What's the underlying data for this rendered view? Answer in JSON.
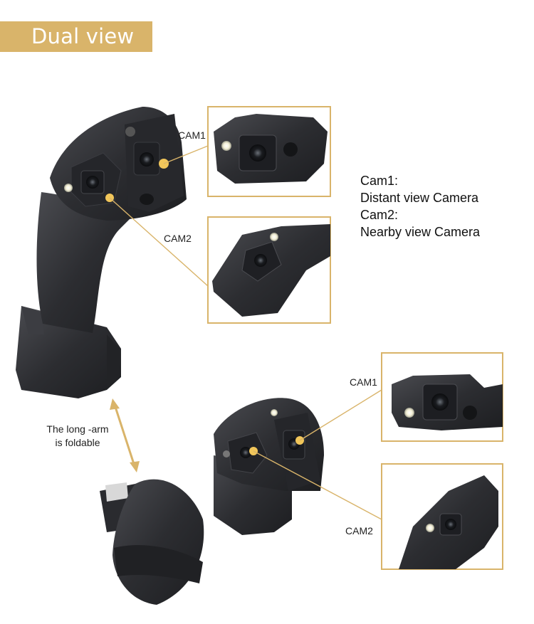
{
  "title": "Dual view",
  "labels": {
    "cam1_top": "CAM1",
    "cam2_top": "CAM2",
    "cam1_bottom": "CAM1",
    "cam2_bottom": "CAM2"
  },
  "legend": {
    "line1": "Cam1:",
    "line2": "Distant view Camera",
    "line3": "Cam2:",
    "line4": "Nearby view Camera"
  },
  "fold_note": {
    "line1": "The long -arm",
    "line2": "is foldable"
  },
  "colors": {
    "accent": "#d9b46a",
    "device": "#2b2c30",
    "background": "#ffffff"
  }
}
